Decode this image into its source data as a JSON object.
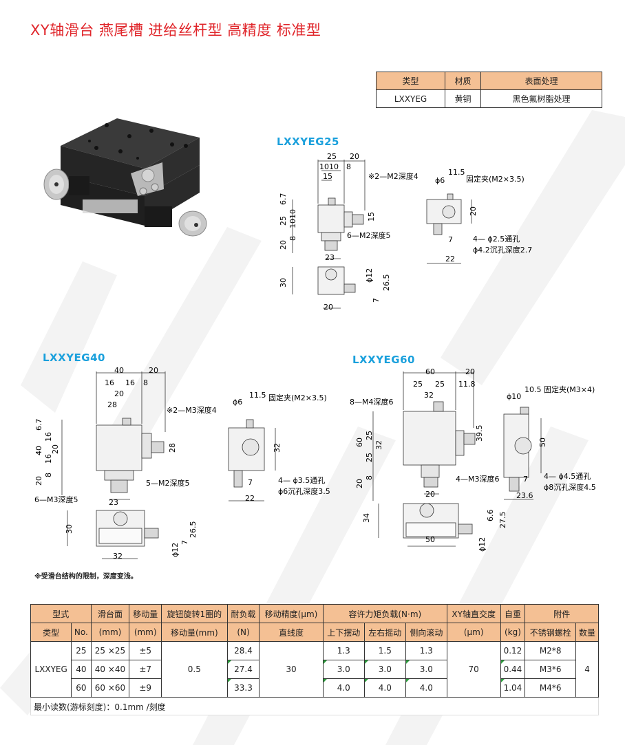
{
  "page": {
    "title": "XY轴滑台 燕尾槽 进给丝杆型 高精度 标准型",
    "title_color": "#e0262b",
    "header_fill": "#f4c094",
    "drawing_title_color": "#1aa0dc"
  },
  "material_table": {
    "headers": [
      "类型",
      "材质",
      "表面处理"
    ],
    "row": [
      "LXXYEG",
      "黄铜",
      "黑色氟树脂处理"
    ]
  },
  "product_photo": {
    "alt": "XY stage product photo"
  },
  "drawings": {
    "lxxyeg25": {
      "title": "LXXYEG25",
      "top_dims": [
        "25",
        "20",
        "10",
        "10",
        "8",
        "15"
      ],
      "left_dims": [
        "6.7",
        "25",
        "10",
        "10",
        "8",
        "20"
      ],
      "right_dims": [
        "15"
      ],
      "bottom_dims": [
        "23"
      ],
      "callouts": [
        "※2—M2深度4",
        "6—M2深度5"
      ],
      "front_dims": [
        "30",
        "ϕ12",
        "26.5",
        "7",
        "20"
      ],
      "side_dims": [
        "ϕ6",
        "11.5",
        "20",
        "7",
        "22"
      ],
      "side_callouts": [
        "固定夹(M2×3.5)",
        "4— ϕ2.5通孔",
        "ϕ4.2沉孔深度2.7"
      ]
    },
    "lxxyeg40": {
      "title": "LXXYEG40",
      "top_dims": [
        "40",
        "20",
        "16",
        "16",
        "8",
        "20",
        "28"
      ],
      "left_dims": [
        "6.7",
        "16",
        "40",
        "20",
        "16",
        "8",
        "20"
      ],
      "right_dims": [
        "28"
      ],
      "bottom_dims": [
        "23"
      ],
      "callouts": [
        "※2—M3深度4",
        "5—M2深度5",
        "6—M3深度5"
      ],
      "front_dims": [
        "30",
        "26.5",
        "7",
        "ϕ12",
        "32"
      ],
      "side_dims": [
        "ϕ6",
        "11.5",
        "32",
        "7",
        "22"
      ],
      "side_callouts": [
        "固定夹(M2×3.5)",
        "4— ϕ3.5通孔",
        "ϕ6沉孔深度3.5"
      ]
    },
    "lxxyeg60": {
      "title": "LXXYEG60",
      "top_dims": [
        "60",
        "20",
        "25",
        "25",
        "11.8",
        "32"
      ],
      "left_dims": [
        "25",
        "60",
        "32",
        "25",
        "8",
        "20"
      ],
      "right_dims": [
        "39.5"
      ],
      "bottom_dims": [
        "20"
      ],
      "callouts": [
        "8—M4深度6",
        "4—M3深度6"
      ],
      "front_dims": [
        "34",
        "6.6",
        "27.5",
        "ϕ12",
        "50"
      ],
      "side_dims": [
        "ϕ10",
        "10.5",
        "50",
        "7",
        "23.6"
      ],
      "side_callouts": [
        "固定夹(M3×4)",
        "4— ϕ4.5通孔",
        "ϕ8沉孔深度4.5"
      ]
    }
  },
  "footnote": "※受滑台结构的限制，深度变浅。",
  "spec_table": {
    "header_row1": [
      "型式",
      "滑台面",
      "移动量",
      "旋钮旋转1圈的",
      "耐负载",
      "移动精度(μm)",
      "容许力矩负载(N·m)",
      "XY轴直交度",
      "自重",
      "附件"
    ],
    "header_row2": [
      "类型",
      "No.",
      "(mm)",
      "(mm)",
      "移动量(mm)",
      "(N)",
      "直线度",
      "上下摆动",
      "左右摇动",
      "侧向滚动",
      "(μm)",
      "(kg)",
      "不锈钢螺栓",
      "数量"
    ],
    "type": "LXXYEG",
    "rows": [
      {
        "no": "25",
        "surface": "25 ×25",
        "travel": "±5",
        "load": "28.4",
        "pitch": "1.3",
        "yaw": "1.5",
        "roll": "1.3",
        "weight": "0.12",
        "bolt": "M2*8"
      },
      {
        "no": "40",
        "surface": "40 ×40",
        "travel": "±7",
        "load": "27.4",
        "pitch": "3.0",
        "yaw": "3.0",
        "roll": "3.0",
        "weight": "0.44",
        "bolt": "M3*6"
      },
      {
        "no": "60",
        "surface": "60 ×60",
        "travel": "±9",
        "load": "33.3",
        "pitch": "4.0",
        "yaw": "4.0",
        "roll": "4.0",
        "weight": "1.04",
        "bolt": "M4*6"
      }
    ],
    "feed_per_rev": "0.5",
    "straightness": "30",
    "orthogonality": "70",
    "qty": "4",
    "note": "最小读数(游标刻度)：0.1mm /刻度"
  }
}
